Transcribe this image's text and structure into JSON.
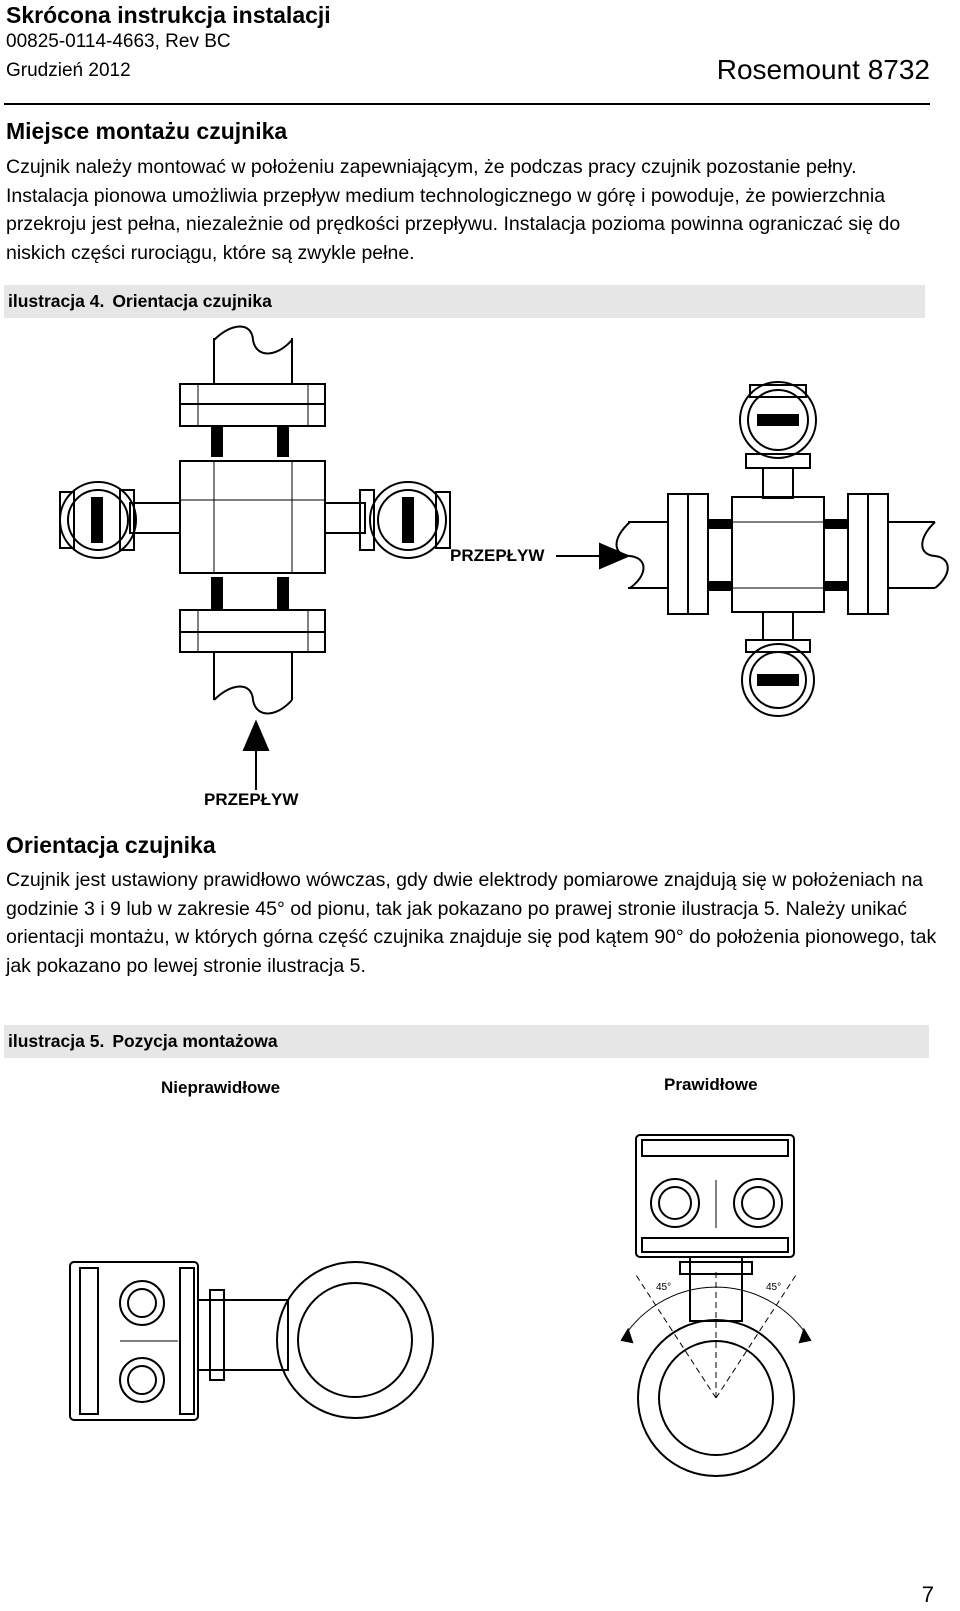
{
  "header": {
    "title": "Skrócona instrukcja instalacji",
    "doc_number": "00825-0114-4663, Rev BC",
    "date": "Grudzień 2012",
    "product": "Rosemount 8732"
  },
  "section1": {
    "heading": "Miejsce montażu czujnika",
    "paragraph": "Czujnik należy montować w położeniu zapewniającym, że podczas pracy czujnik pozostanie pełny. Instalacja pionowa umożliwia przepływ medium technologicznego w górę i powoduje, że powierzchnia przekroju jest pełna, niezależnie od prędkości przepływu. Instalacja pozioma powinna ograniczać się do niskich części rurociągu, które są zwykle pełne."
  },
  "figure4": {
    "number": "ilustracja 4.",
    "caption": "Orientacja czujnika",
    "flow_label_horizontal": "PRZEPŁYW",
    "flow_label_vertical": "PRZEPŁYW"
  },
  "section2": {
    "heading": "Orientacja czujnika",
    "paragraph": "Czujnik jest ustawiony prawidłowo wówczas, gdy dwie elektrody pomiarowe znajdują się w położeniach na godzinie 3 i 9 lub w zakresie 45° od pionu, tak jak pokazano po prawej stronie ilustracja 5. Należy unikać orientacji montażu, w których górna część czujnika znajduje się pod kątem 90° do położenia pionowego, tak jak pokazano po lewej stronie ilustracja 5."
  },
  "figure5": {
    "number": "ilustracja 5.",
    "caption": "Pozycja montażowa",
    "label_incorrect": "Nieprawidłowe",
    "label_correct": "Prawidłowe",
    "angle_left": "45°",
    "angle_right": "45°"
  },
  "page_number": "7"
}
